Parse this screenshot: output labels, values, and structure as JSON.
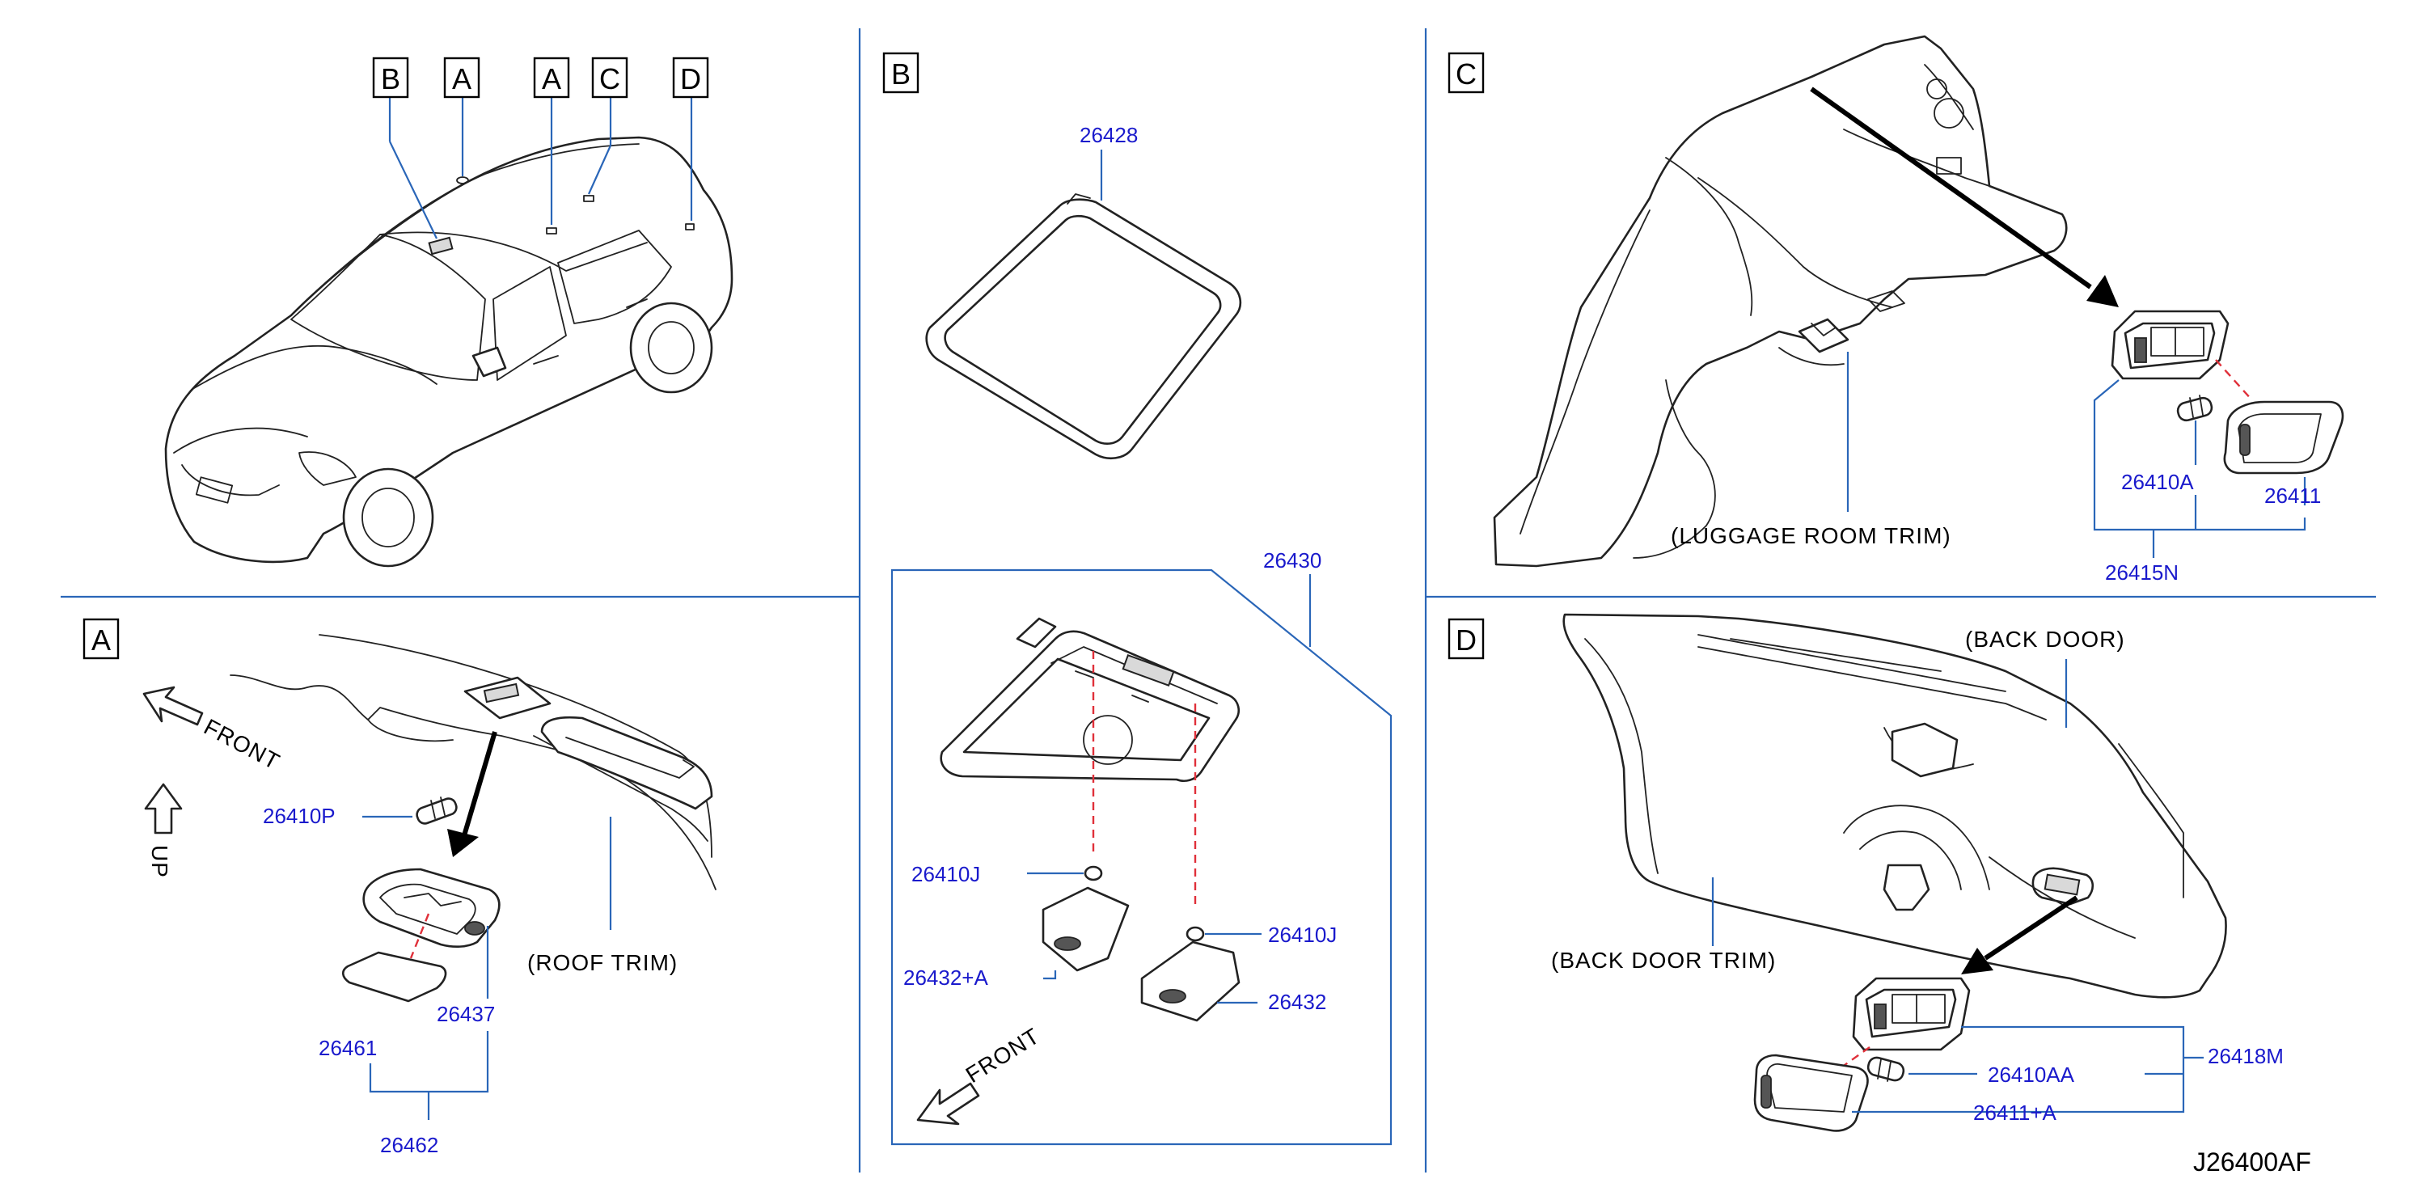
{
  "callouts": {
    "car_b": "B",
    "car_a1": "A",
    "car_a2": "A",
    "car_c": "C",
    "car_d": "D",
    "panel_b": "B",
    "panel_c": "C",
    "panel_a": "A",
    "panel_d": "D"
  },
  "labels": {
    "front_a": "FRONT",
    "up_a": "UP",
    "front_b": "FRONT",
    "roof_trim": "(ROOF   TRIM)",
    "luggage_trim": "(LUGGAGE   ROOM   TRIM)",
    "back_door": "(BACK   DOOR)",
    "back_door_trim": "(BACK   DOOR   TRIM)"
  },
  "parts": {
    "p26428": "26428",
    "p26430": "26430",
    "p26410J_a": "26410J",
    "p26410J_b": "26410J",
    "p26432A": "26432+A",
    "p26432": "26432",
    "p26410P": "26410P",
    "p26461": "26461",
    "p26437": "26437",
    "p26462": "26462",
    "p26410A": "26410A",
    "p26411": "26411",
    "p26415N": "26415N",
    "p26418M": "26418M",
    "p26410AA": "26410AA",
    "p26411A": "26411+A"
  },
  "diagram_ref": "J26400AF"
}
